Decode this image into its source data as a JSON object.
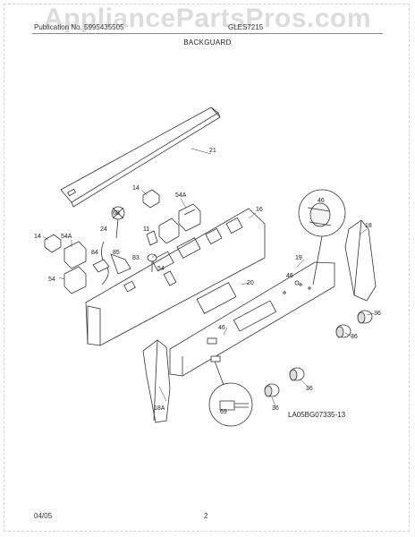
{
  "header": {
    "publication": "Publication No. 5995435505",
    "model": "GLES7215"
  },
  "title": "BACKGUARD",
  "watermark": "AppliancePartsPros.com",
  "parts": {
    "p21": "21",
    "p14a": "14",
    "p54a_top": "54A",
    "p68": "68",
    "p16": "16",
    "p46_callout": "46",
    "p18": "18",
    "p14b": "14",
    "p54a_left": "54A",
    "p24": "24",
    "p11": "11",
    "p84": "84",
    "p85": "85",
    "p83": "83",
    "p54_mid": "54",
    "p54_left": "54",
    "p19": "19",
    "p46_right": "46",
    "p20": "20",
    "p36_a": "36",
    "p36_b": "36",
    "p46_low": "46",
    "p18a": "18A",
    "p69": "69",
    "p36_c": "36",
    "p36_d": "36"
  },
  "figure_ref": "LA05BG07335-13",
  "footer": {
    "date": "04/05",
    "page": "2"
  }
}
